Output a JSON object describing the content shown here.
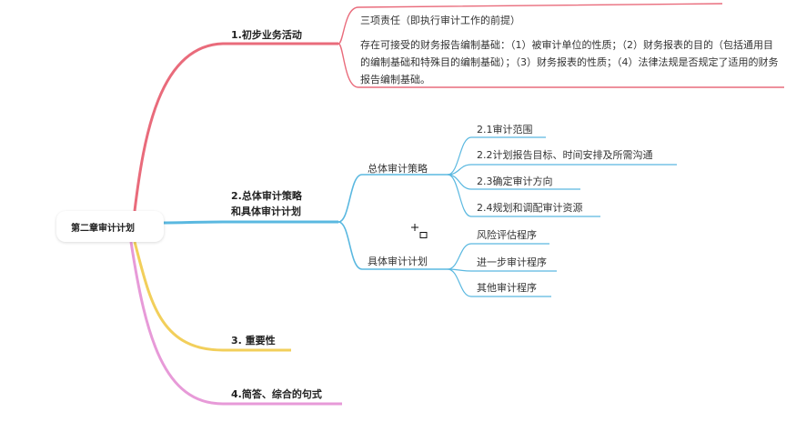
{
  "root": {
    "label": "第二章审计计划"
  },
  "branches": [
    {
      "label": "1.初步业务活动",
      "color": "#e96b7b",
      "children": [
        {
          "label": "三项责任（即执行审计工作的前提）"
        },
        {
          "label": "存在可接受的财务报告编制基础：（1）被审计单位的性质；（2）财务报表的目的（包括通用目的编制基础和特殊目的编制基础）；（3）财务报表的性质；（4）法律法规是否规定了适用的财务报告编制基础。"
        }
      ]
    },
    {
      "label_line1": "2.总体审计策略",
      "label_line2": "和具体审计计划",
      "color": "#5ab8e0",
      "children": [
        {
          "label": "总体审计策略",
          "children": [
            {
              "label": "2.1审计范围"
            },
            {
              "label": "2.2计划报告目标、时间安排及所需沟通"
            },
            {
              "label": "2.3确定审计方向"
            },
            {
              "label": "2.4规划和调配审计资源"
            }
          ]
        },
        {
          "label": "具体审计计划",
          "children": [
            {
              "label": "风险评估程序"
            },
            {
              "label": "进一步审计程序"
            },
            {
              "label": "其他审计程序"
            }
          ]
        }
      ]
    },
    {
      "label": "3. 重要性",
      "color": "#f2cf5b"
    },
    {
      "label": "4.简答、综合的句式",
      "color": "#e79ad8"
    }
  ]
}
